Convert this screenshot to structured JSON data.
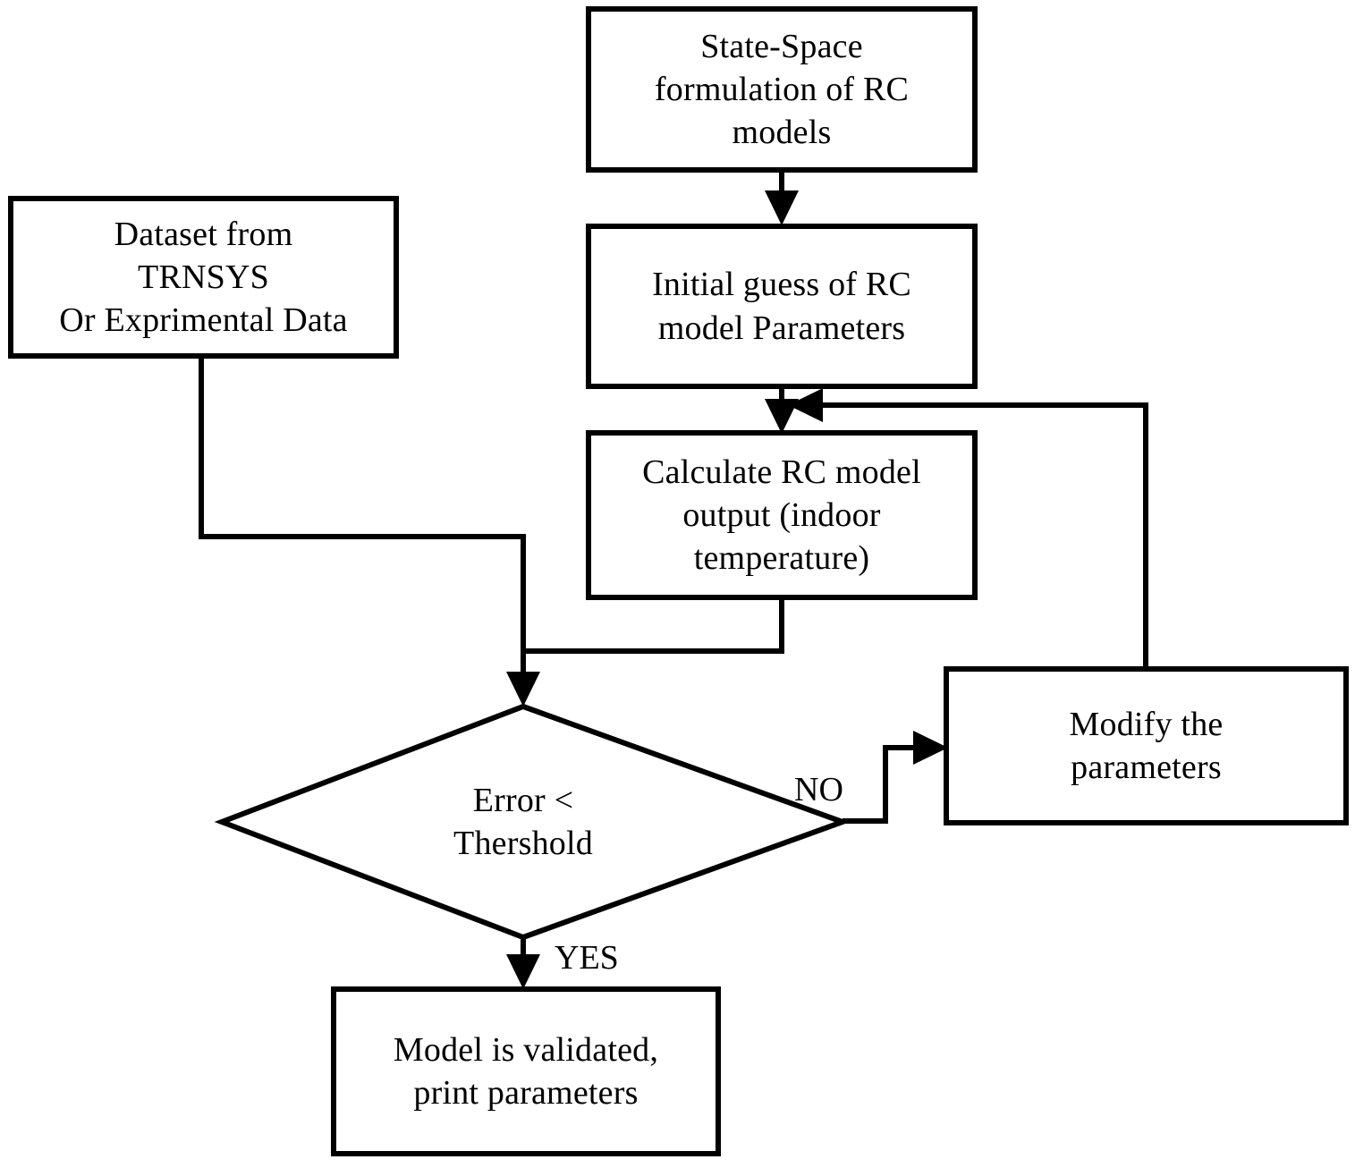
{
  "diagram": {
    "type": "flowchart",
    "title": "RC model parameter identification flowchart",
    "background_color": "#ffffff",
    "line_color": "#000000",
    "text_color": "#000000"
  },
  "nodes": {
    "state_space": {
      "label": "State-Space\nformulation of RC\nmodels",
      "shape": "rectangle"
    },
    "dataset": {
      "label": "Dataset from\nTRNSYS\nOr Exprimental Data",
      "shape": "rectangle"
    },
    "initial_guess": {
      "label": "Initial guess of RC\nmodel Parameters",
      "shape": "rectangle"
    },
    "calculate_output": {
      "label": "Calculate RC model\noutput (indoor\ntemperature)",
      "shape": "rectangle"
    },
    "decision": {
      "label": "Error <\nThershold",
      "shape": "diamond"
    },
    "modify": {
      "label": "Modify the\nparameters",
      "shape": "rectangle"
    },
    "validated": {
      "label": "Model is validated,\nprint parameters",
      "shape": "rectangle"
    }
  },
  "edge_labels": {
    "no": "NO",
    "yes": "YES"
  },
  "edges": [
    {
      "from": "state_space",
      "to": "initial_guess",
      "label": ""
    },
    {
      "from": "initial_guess",
      "to": "calculate_output",
      "label": ""
    },
    {
      "from": "dataset",
      "to": "decision",
      "label": ""
    },
    {
      "from": "calculate_output",
      "to": "decision",
      "label": ""
    },
    {
      "from": "decision",
      "to": "modify",
      "label": "NO"
    },
    {
      "from": "modify",
      "to": "calculate_output",
      "label": ""
    },
    {
      "from": "decision",
      "to": "validated",
      "label": "YES"
    }
  ]
}
